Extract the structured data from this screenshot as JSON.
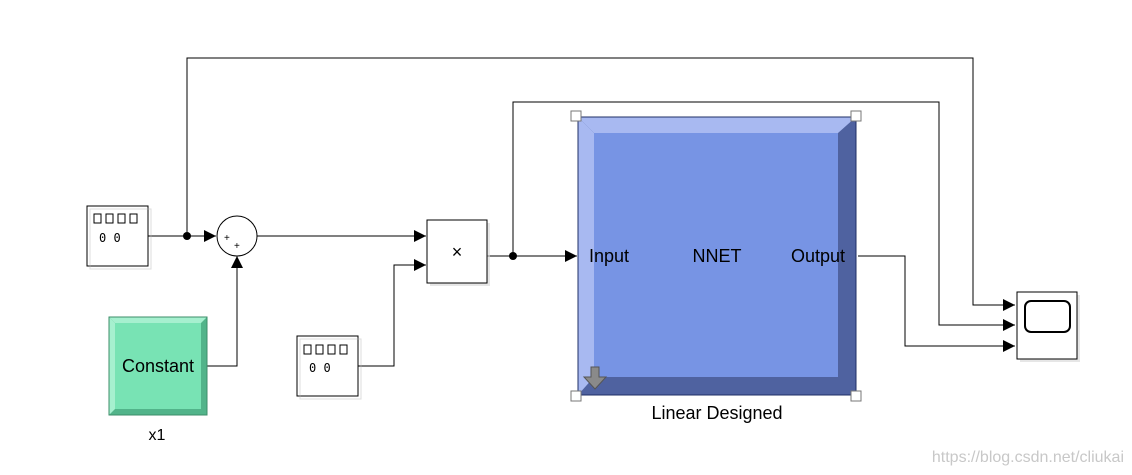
{
  "model": {
    "display1": {
      "digits": "0 0"
    },
    "display2": {
      "digits": "0 0"
    },
    "sum": {
      "sign_top": "+",
      "sign_bottom": "+"
    },
    "constant": {
      "text": "Constant",
      "caption": "x1",
      "fill": "#78e3b4"
    },
    "product": {
      "symbol": "×"
    },
    "nnet": {
      "name": "NNET",
      "input_port": "Input",
      "output_port": "Output",
      "caption": "Linear Designed",
      "fill": "#7794e4"
    },
    "scope": {}
  },
  "watermark": "https://blog.csdn.net/cliukai"
}
